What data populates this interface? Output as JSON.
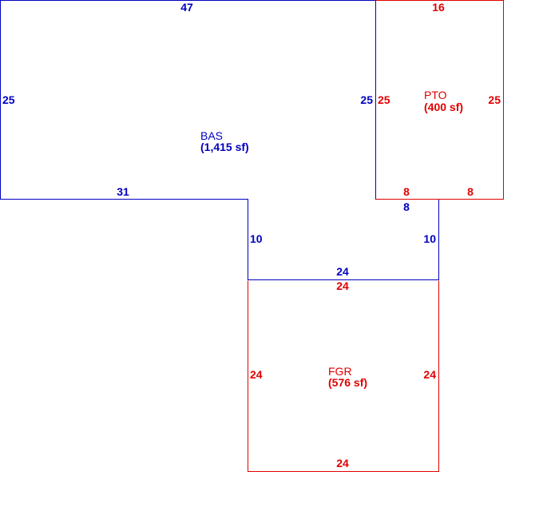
{
  "colors": {
    "base": "#0000c0",
    "addition": "#e00000"
  },
  "areas": {
    "bas": {
      "code": "BAS",
      "area": "(1,415 sf)"
    },
    "pto": {
      "code": "PTO",
      "area": "(400 sf)"
    },
    "fgr": {
      "code": "FGR",
      "area": "(576 sf)"
    }
  },
  "dimensions": {
    "bas_top": "47",
    "bas_left": "25",
    "bas_bottom_left": "31",
    "bas_right_upper": "25",
    "bas_inner_left": "10",
    "bas_bottom_right": "8",
    "bas_right_lower": "10",
    "bas_bottom": "24",
    "pto_top": "16",
    "pto_left": "25",
    "pto_right": "25",
    "pto_bottom_left": "8",
    "pto_bottom_right": "8",
    "fgr_top": "24",
    "fgr_left": "24",
    "fgr_right": "24",
    "fgr_bottom": "24"
  }
}
